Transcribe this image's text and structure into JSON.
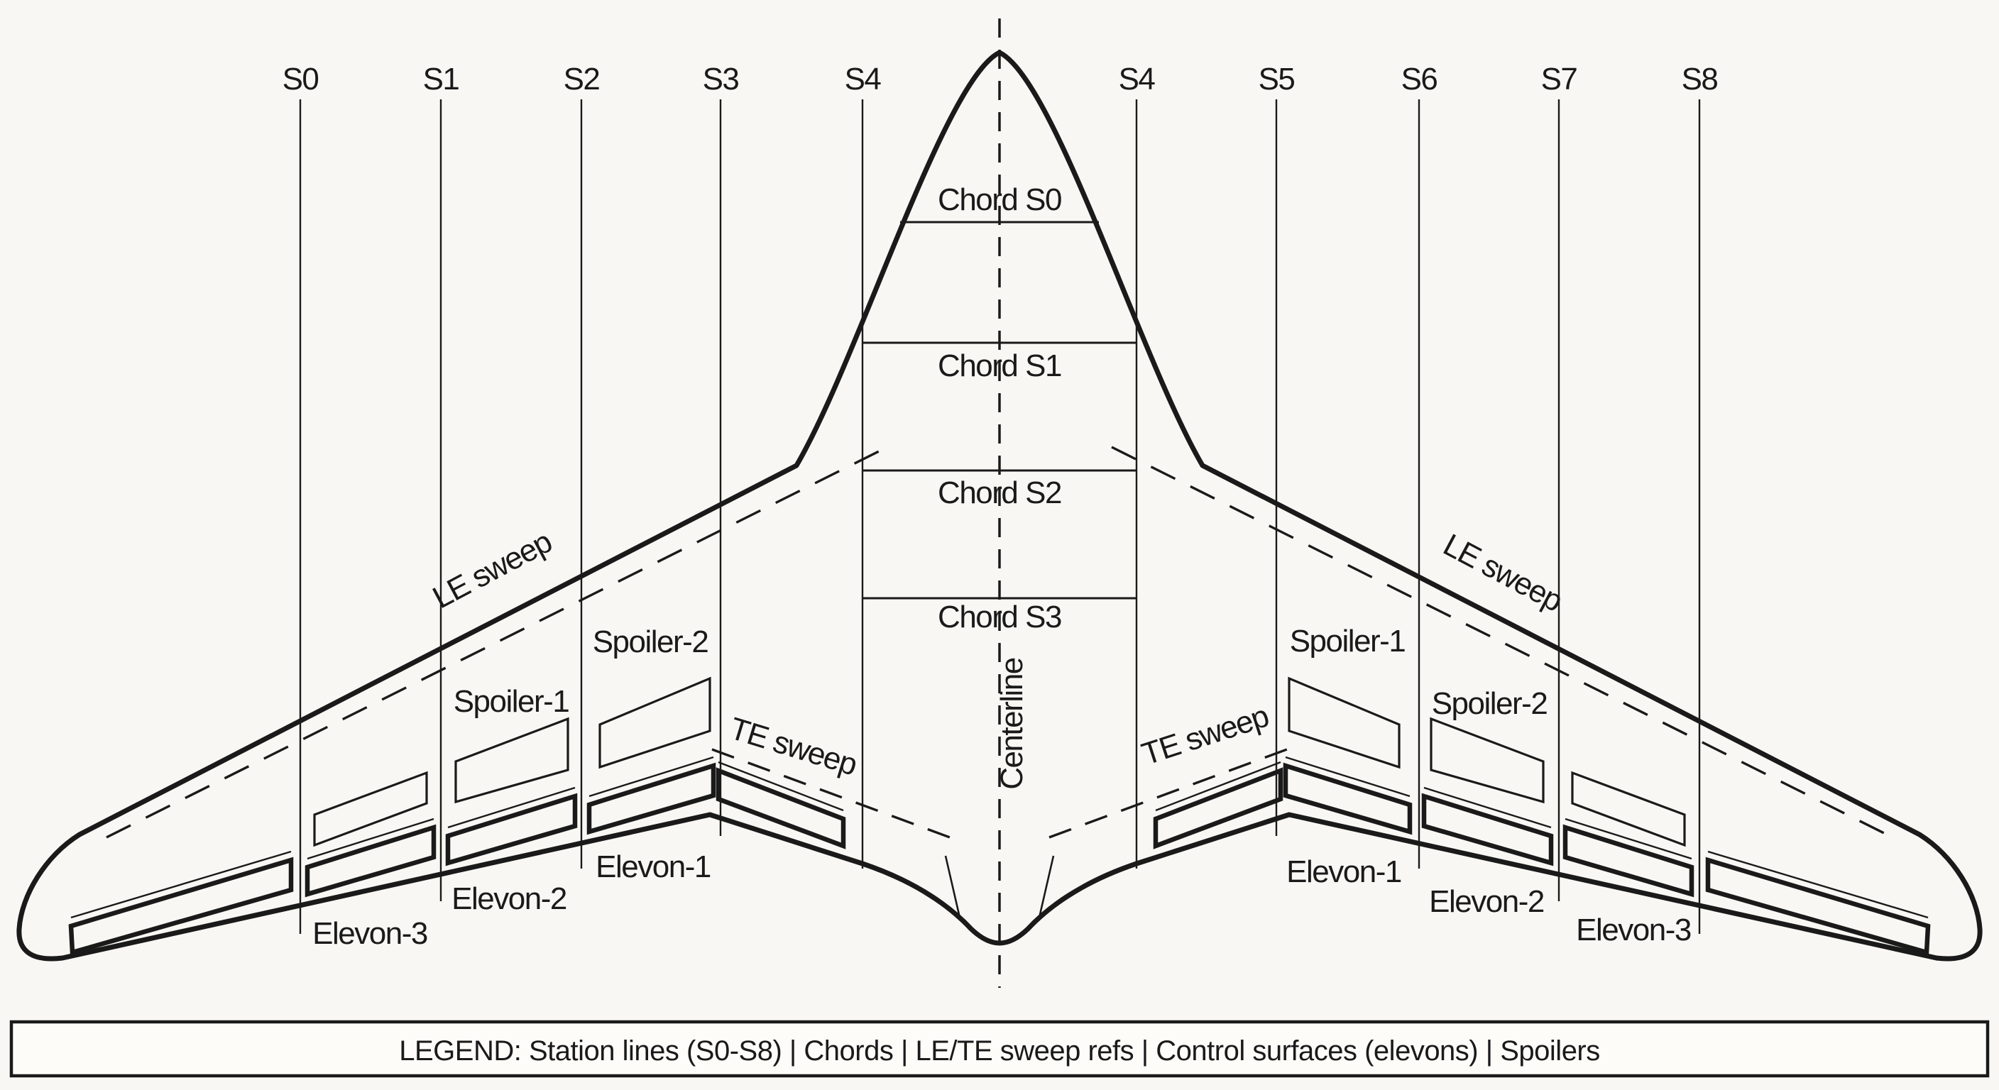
{
  "colors": {
    "background": "#f8f7f3",
    "ink": "#1a1a1a",
    "panel": "#fdfcf9"
  },
  "stations": [
    "S0",
    "S1",
    "S2",
    "S3",
    "S4",
    "S4",
    "S5",
    "S6",
    "S7",
    "S8"
  ],
  "chords": [
    "Chord S0",
    "Chord S1",
    "Chord S2",
    "Chord S3"
  ],
  "centerline_label": "Centerline",
  "sweep": {
    "le": "LE sweep",
    "te": "TE sweep"
  },
  "elevons": {
    "left": [
      "Elevon-1",
      "Elevon-2",
      "Elevon-3"
    ],
    "right": [
      "Elevon-1",
      "Elevon-2",
      "Elevon-3"
    ]
  },
  "spoilers": {
    "left": [
      "Spoiler-1",
      "Spoiler-2"
    ],
    "right": [
      "Spoiler-1",
      "Spoiler-2"
    ]
  },
  "legend": "LEGEND: Station lines (S0-S8) | Chords | LE/TE sweep refs | Control surfaces (elevons) | Spoilers"
}
